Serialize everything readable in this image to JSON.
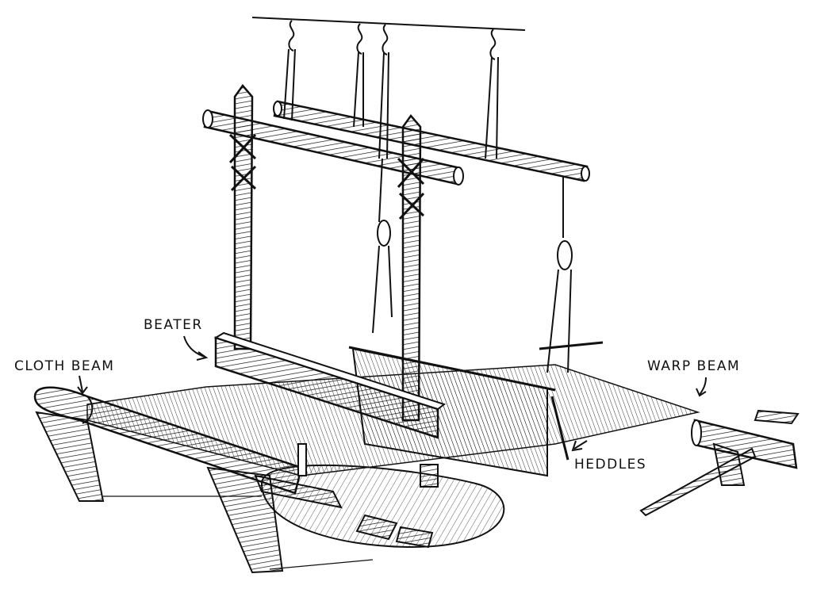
{
  "labels": {
    "beater": "BEATER",
    "cloth_beam": "CLOTH BEAM",
    "warp_beam": "WARP BEAM",
    "heddles": "HEDDLES"
  },
  "colors": {
    "ink": "#111111",
    "paper": "#ffffff"
  }
}
